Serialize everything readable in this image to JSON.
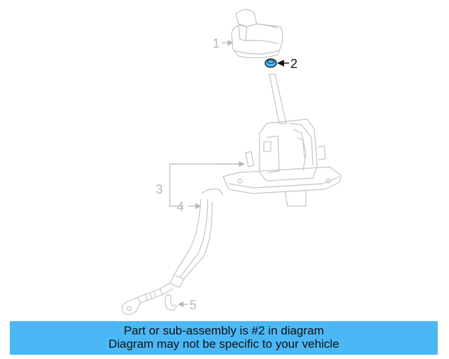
{
  "diagram": {
    "callouts": [
      {
        "number": "1",
        "highlighted": false
      },
      {
        "number": "2",
        "highlighted": true
      },
      {
        "number": "3",
        "highlighted": false
      },
      {
        "number": "4",
        "highlighted": false
      },
      {
        "number": "5",
        "highlighted": false
      }
    ],
    "colors": {
      "faded_line": "#c4c4c4",
      "highlight_fill": "#4bb8f5",
      "highlight_stroke": "#111111"
    }
  },
  "banner": {
    "line1": "Part or sub-assembly is #2 in diagram",
    "line2": "Diagram may not be specific to your vehicle",
    "background": "#4bb8f5"
  }
}
